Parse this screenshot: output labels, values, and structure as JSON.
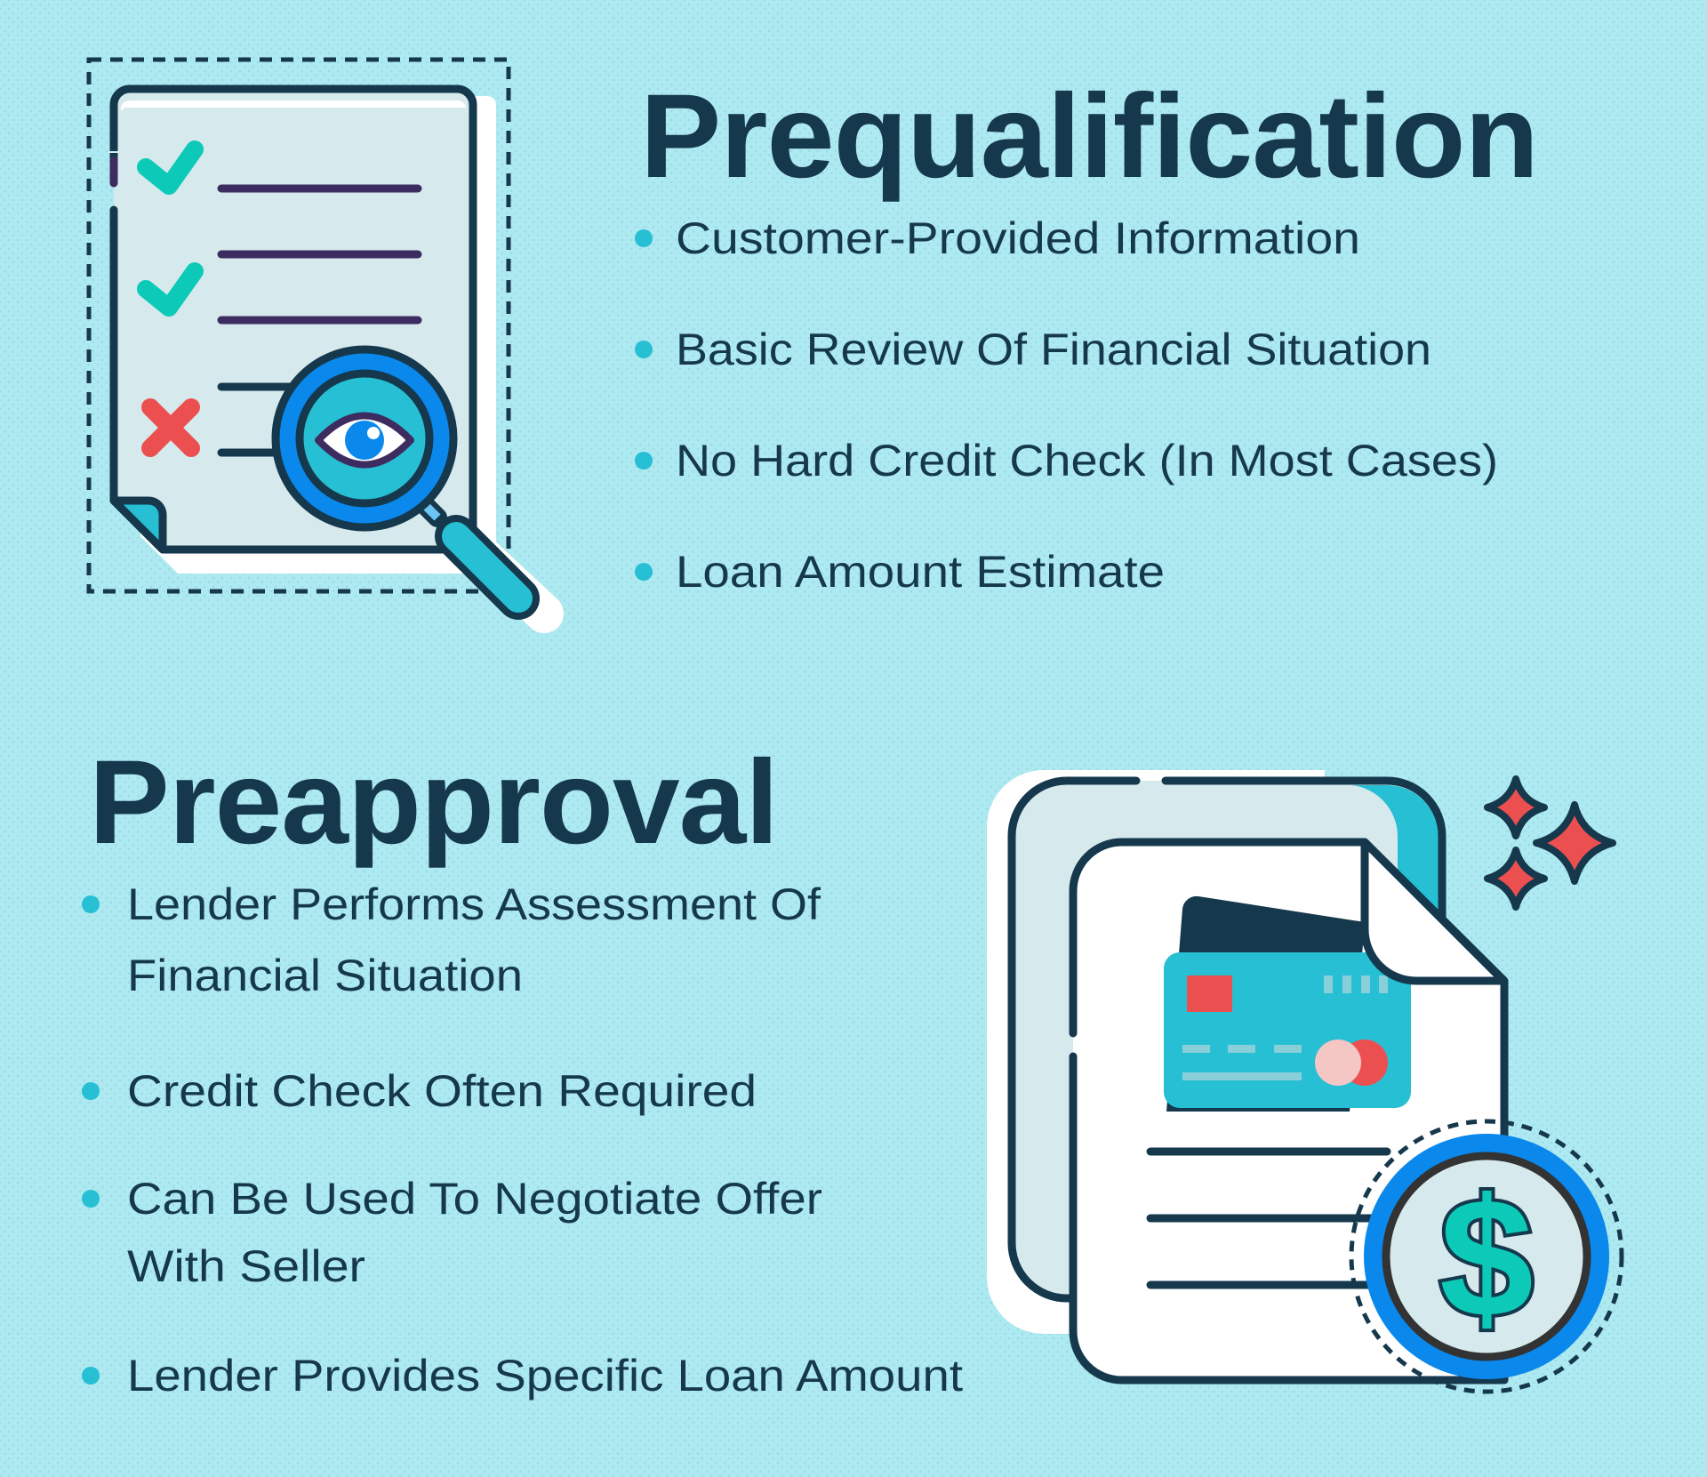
{
  "colors": {
    "background": "#ade9f0",
    "text_dark": "#16384d",
    "bullet": "#27bfd4",
    "teal_check": "#0ccab7",
    "red": "#ec4f4f",
    "blue": "#0a88ec",
    "purple": "#3d2c60",
    "paper": "#d6eaee"
  },
  "prequalification": {
    "title": "Prequalification",
    "items": [
      {
        "lines": [
          "Customer-Provided Information"
        ]
      },
      {
        "lines": [
          "Basic Review Of Financial Situation"
        ]
      },
      {
        "lines": [
          "No Hard Credit Check (In Most Cases)"
        ]
      },
      {
        "lines": [
          "Loan Amount Estimate"
        ]
      }
    ],
    "illustration": {
      "icon": "checklist-magnifier-eye-icon",
      "marks": [
        "check",
        "check",
        "cross"
      ]
    }
  },
  "preapproval": {
    "title": "Preapproval",
    "items": [
      {
        "lines": [
          "Lender Performs Assessment Of",
          "Financial Situation"
        ]
      },
      {
        "lines": [
          "Credit Check Often Required"
        ]
      },
      {
        "lines": [
          "Can Be Used To Negotiate Offer",
          "With Seller"
        ]
      },
      {
        "lines": [
          "Lender Provides Specific Loan Amount"
        ]
      }
    ],
    "illustration": {
      "icon": "documents-credit-card-dollar-coin-icon",
      "coin_symbol": "$"
    }
  }
}
